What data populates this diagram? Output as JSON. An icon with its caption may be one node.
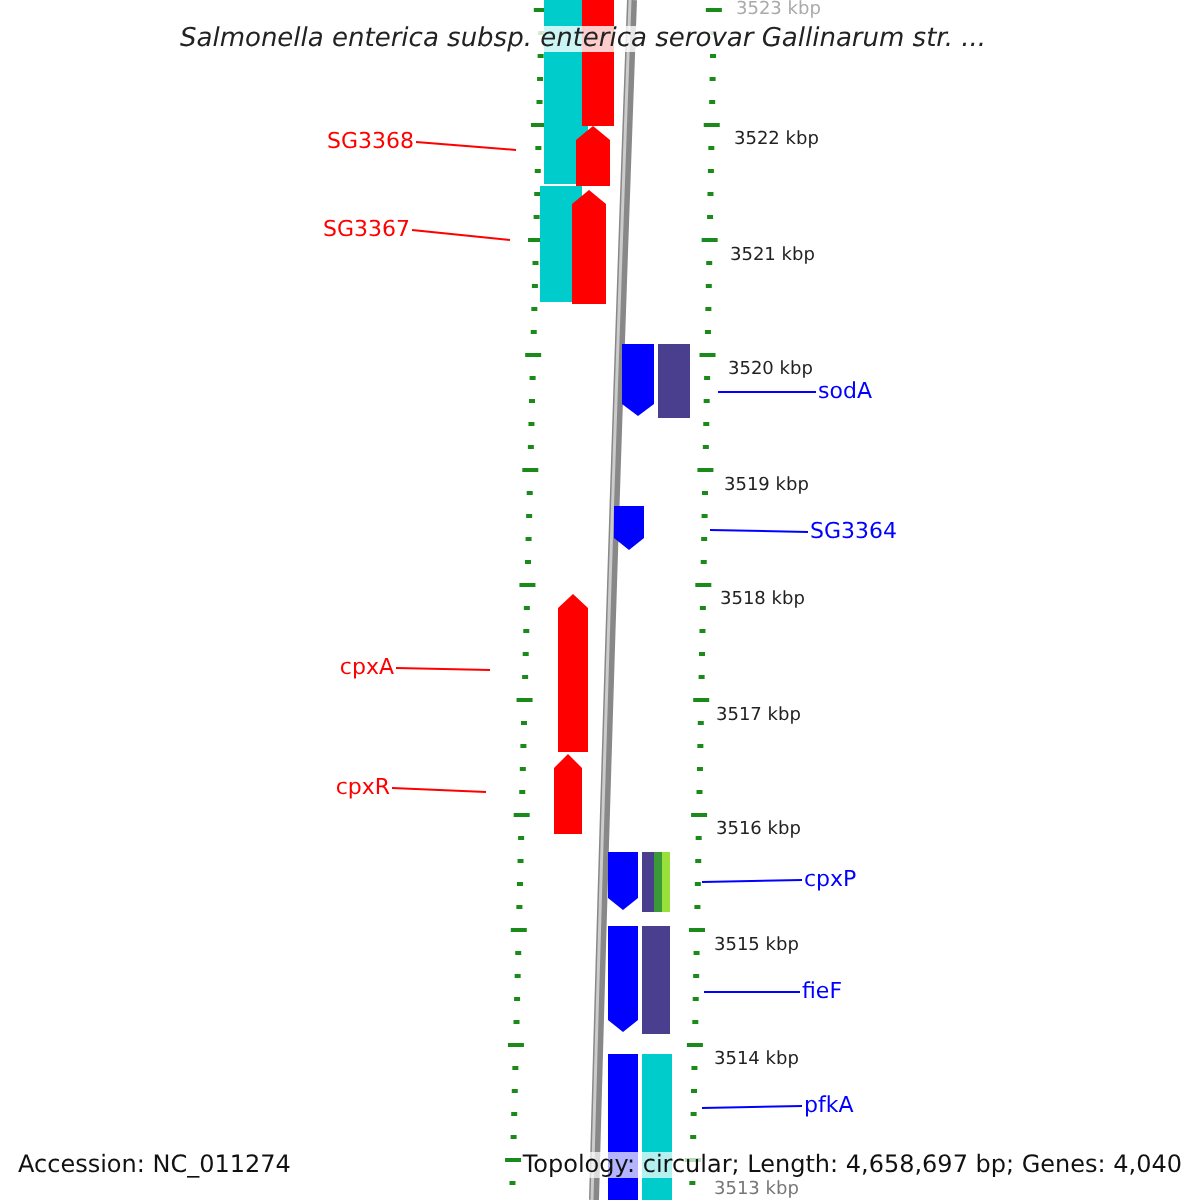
{
  "diagram": {
    "title": "Salmonella enterica subsp. enterica serovar Gallinarum str. ...",
    "nodes": [
      {
        "text": [
          "SG3368"
        ]
      },
      {
        "text": [
          "SG3367"
        ]
      },
      {
        "text": [
          "cpxA"
        ]
      },
      {
        "text": [
          "cpxR"
        ]
      },
      {
        "text": [
          "sodA"
        ]
      },
      {
        "text": [
          "SG3364"
        ]
      },
      {
        "text": [
          "cpxP"
        ]
      },
      {
        "text": [
          "fieF"
        ]
      },
      {
        "text": [
          "pfkA"
        ]
      }
    ],
    "edges": [
      {
        "from": 0,
        "to": null,
        "arrow": "none",
        "color": "#ff0000"
      },
      {
        "from": 1,
        "to": null,
        "arrow": "none",
        "color": "#ff0000"
      },
      {
        "from": 2,
        "to": null,
        "arrow": "none",
        "color": "#ff0000"
      },
      {
        "from": 3,
        "to": null,
        "arrow": "none",
        "color": "#ff0000"
      },
      {
        "from": 4,
        "to": null,
        "arrow": "none"
      },
      {
        "from": 5,
        "to": null,
        "arrow": "none"
      },
      {
        "from": 6,
        "to": null,
        "arrow": "none"
      },
      {
        "from": 7,
        "to": null,
        "arrow": "none"
      },
      {
        "from": 8,
        "to": null,
        "arrow": "none"
      }
    ],
    "labels": [
      "3523 kbp",
      "3522 kbp",
      "3521 kbp",
      "3520 kbp",
      "3519 kbp",
      "3518 kbp",
      "3517 kbp",
      "3516 kbp",
      "3515 kbp",
      "3514 kbp",
      "3513 kbp",
      "Accession: NC_011274",
      "Topology: circular; Length: 4,658,697 bp; Genes: 4,040"
    ]
  }
}
